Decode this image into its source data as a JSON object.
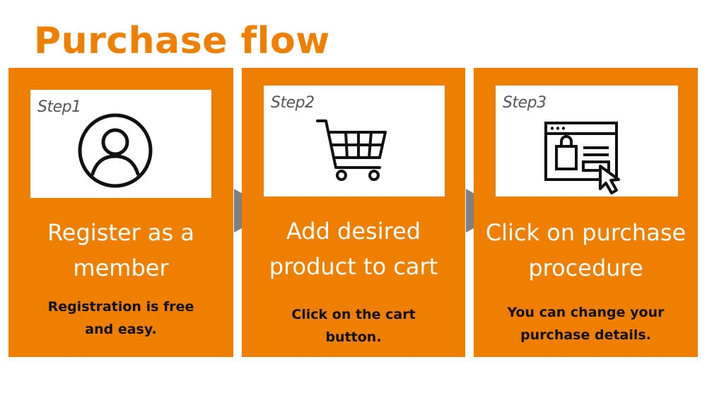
{
  "title": "Purchase flow",
  "steps": [
    {
      "label": "Step1",
      "heading": [
        "Register as a",
        "member"
      ],
      "description": [
        "Registration is free",
        "and easy."
      ],
      "icon": "user-icon"
    },
    {
      "label": "Step2",
      "heading": [
        "Add desired",
        "product to cart"
      ],
      "description": [
        "Click on the cart",
        "button."
      ],
      "icon": "shopping-cart-icon"
    },
    {
      "label": "Step3",
      "heading": [
        "Click on purchase",
        "procedure"
      ],
      "description": [
        "You can change your",
        "purchase details."
      ],
      "icon": "purchase-page-icon"
    }
  ],
  "colors": {
    "accent": "#ee7f00",
    "arrow": "#808080",
    "panel": "#ffffff",
    "heading_text": "#ffffff",
    "description_text": "#111111"
  }
}
